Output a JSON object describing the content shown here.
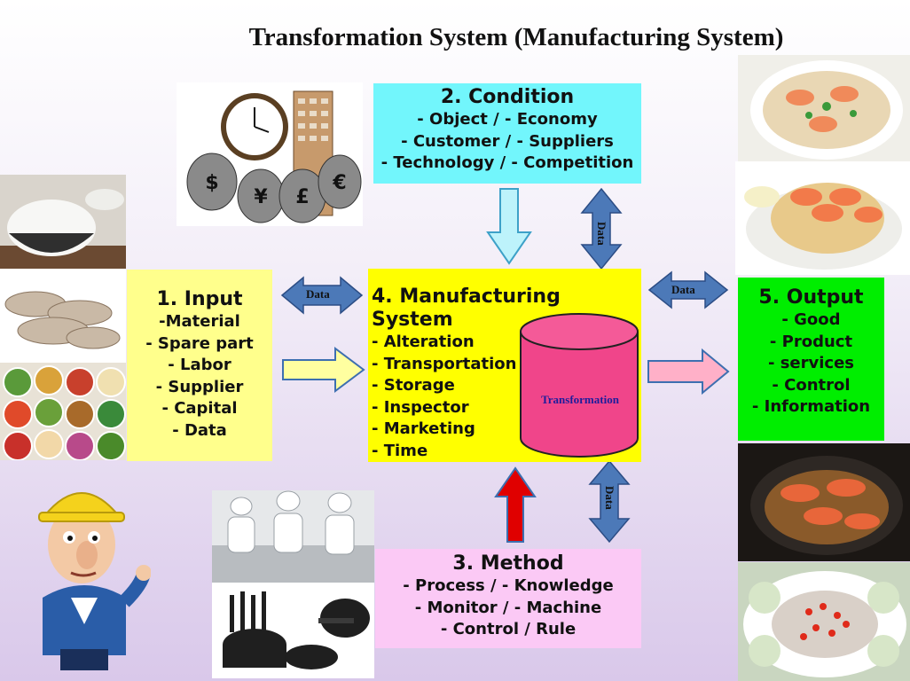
{
  "title": "Transformation System (Manufacturing System)",
  "condition": {
    "heading": "2. Condition",
    "lines": [
      "- Object  / - Economy",
      "- Customer / - Suppliers",
      "- Technology / - Competition"
    ]
  },
  "input": {
    "heading": "1. Input",
    "lines": [
      "-Material",
      "- Spare part",
      "- Labor",
      "- Supplier",
      "- Capital",
      "- Data"
    ]
  },
  "manufacturing": {
    "heading": "4. Manufacturing System",
    "lines": [
      "- Alteration",
      "- Transportation",
      "- Storage",
      "- Inspector",
      "- Marketing",
      "- Time"
    ],
    "cylinder_label": "Transformation"
  },
  "output": {
    "heading": "5. Output",
    "lines": [
      "- Good",
      "- Product",
      "- services",
      "- Control",
      "- Information"
    ]
  },
  "method": {
    "heading": "3. Method",
    "lines": [
      "- Process / - Knowledge",
      "- Monitor / - Machine",
      "- Control / Rule"
    ]
  },
  "arrows": {
    "data_left": "Data",
    "data_right": "Data",
    "data_top": "Data",
    "data_bottom": "Data"
  },
  "colors": {
    "condition_bg": "#72f6fc",
    "input_bg": "#ffff8c",
    "manufacturing_bg": "#ffff00",
    "output_bg": "#00ee00",
    "method_bg": "#fbc9f5",
    "cylinder": "#f0458a",
    "data_arrow": "#4c79b8",
    "flow_arrow_input": "#ffffa0",
    "flow_arrow_output": "#ffb0c8",
    "flow_arrow_method": "#e00000",
    "flow_arrow_condition": "#bdf3fb"
  },
  "images": {
    "money_clock": "money-bags-clock-building-image",
    "rice": "rice-bowl-image",
    "shrimp": "raw-shrimp-image",
    "spices": "spice-bowls-image",
    "engineer": "engineer-cartoon-image",
    "chefs": "chefs-kitchen-image",
    "cookware": "cookware-set-image",
    "soup": "shrimp-soup-image",
    "fried_rice": "shrimp-fried-rice-image",
    "baked_shrimp": "baked-shrimp-pot-image",
    "shrimp_salad": "spicy-shrimp-salad-image"
  }
}
